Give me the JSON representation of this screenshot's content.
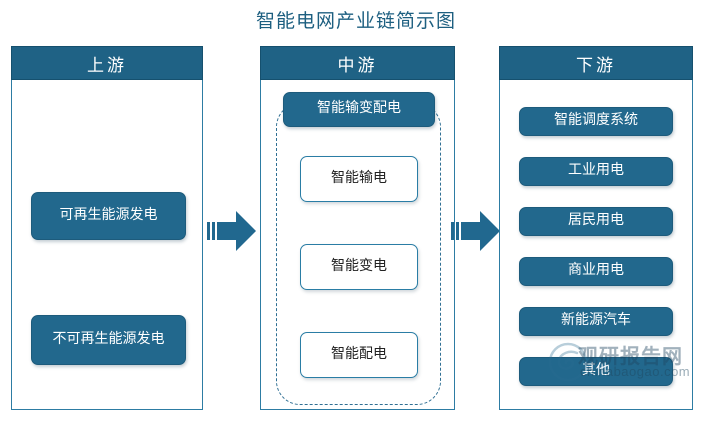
{
  "title": "智能电网产业链简示图",
  "colors": {
    "header_fill": "#1f6285",
    "box_fill": "#22688d",
    "box_border": "#2a7da5",
    "title_text": "#1d5f80",
    "dashed_border": "#2f6f93",
    "arrow_fill": "#21688f"
  },
  "columns": {
    "upstream": {
      "header": "上游",
      "boxes": [
        {
          "label": "可再生能源发电"
        },
        {
          "label": "不可再生能源发电"
        }
      ]
    },
    "midstream": {
      "header": "中游",
      "badge": "智能输变配电",
      "boxes": [
        {
          "label": "智能输电"
        },
        {
          "label": "智能变电"
        },
        {
          "label": "智能配电"
        }
      ]
    },
    "downstream": {
      "header": "下游",
      "boxes": [
        {
          "label": "智能调度系统"
        },
        {
          "label": "工业用电"
        },
        {
          "label": "居民用电"
        },
        {
          "label": "商业用电"
        },
        {
          "label": "新能源汽车"
        },
        {
          "label": "其他"
        }
      ]
    }
  },
  "arrows": [
    {
      "name": "arrow-upstream-to-midstream",
      "direction": "right"
    },
    {
      "name": "arrow-midstream-to-downstream",
      "direction": "right"
    }
  ],
  "watermark": {
    "brand": "观研报告网",
    "domain": "chinabaogao.com"
  }
}
